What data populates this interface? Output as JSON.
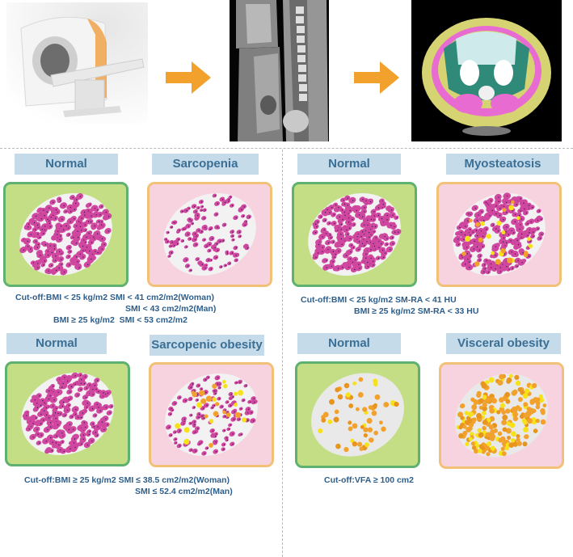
{
  "top_row": {
    "images": [
      "ct-scanner",
      "sagittal-ct",
      "axial-ct-segmentation"
    ]
  },
  "quadrants": [
    {
      "id": "sarcopenia",
      "left_label": "Normal",
      "right_label": "Sarcopenia",
      "cutoff_lines": [
        "Cut-off:BMI < 25 kg/m2 SMI < 41 cm2/m2(Woman)",
        "SMI < 43 cm2/m2(Man)",
        "BMI ≥ 25 kg/m2  SMI < 53 cm2/m2"
      ]
    },
    {
      "id": "myosteatosis",
      "left_label": "Normal",
      "right_label": "Myosteatosis",
      "cutoff_lines": [
        "Cut-off:BMI < 25 kg/m2 SM-RA < 41 HU",
        "BMI ≥ 25 kg/m2 SM-RA < 33 HU"
      ]
    },
    {
      "id": "sarcopenic-obesity",
      "left_label": "Normal",
      "right_label": "Sarcopenic obesity",
      "cutoff_lines": [
        "Cut-off:BMI ≥ 25 kg/m2 SMI ≤ 38.5 cm2/m2(Woman)",
        "SMI ≤ 52.4 cm2/m2(Man)"
      ]
    },
    {
      "id": "visceral-obesity",
      "left_label": "Normal",
      "right_label": "Visceral obesity",
      "cutoff_lines": [
        "Cut-off:VFA ≥ 100 cm2"
      ]
    }
  ],
  "colors": {
    "label_bg": "#c6dbe9",
    "label_text": "#3a6f96",
    "normal_panel": "#c4de86",
    "normal_border": "#5fb16f",
    "abnormal_panel": "#f7d3df",
    "abnormal_border": "#f2c178",
    "muscle": "#d0479f",
    "fat_yellow": "#f7e21a",
    "fat_orange": "#f2a12c",
    "arrow": "#f2a12c",
    "cutoff_text": "#2e5e8a"
  }
}
